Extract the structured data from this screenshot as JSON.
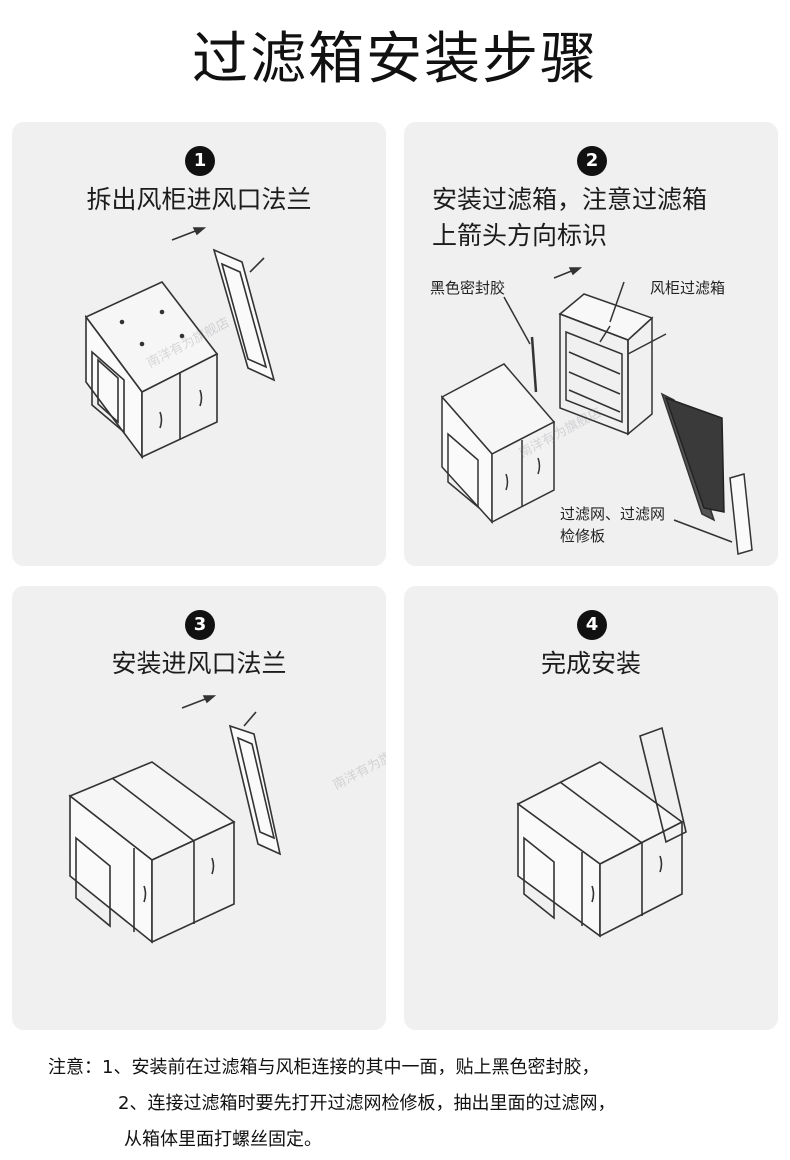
{
  "title": "过滤箱安装步骤",
  "watermark": "南洋有为旗舰店",
  "steps": [
    {
      "number": "1",
      "caption": "拆出风柜进风口法兰"
    },
    {
      "number": "2",
      "caption_line1": "安装过滤箱，注意过滤箱",
      "caption_line2": "上箭头方向标识",
      "labels": {
        "sealant": "黑色密封胶",
        "filter_box": "风柜过滤箱",
        "panel_line1": "过滤网、过滤网",
        "panel_line2": "检修板"
      }
    },
    {
      "number": "3",
      "caption": "安装进风口法兰"
    },
    {
      "number": "4",
      "caption": "完成安装"
    }
  ],
  "note": {
    "prefix": "注意：",
    "line1": "1、安装前在过滤箱与风柜连接的其中一面，贴上黑色密封胶，",
    "line2": "2、连接过滤箱时要先打开过滤网检修板，抽出里面的过滤网，",
    "line3": "从箱体里面打螺丝固定。"
  }
}
